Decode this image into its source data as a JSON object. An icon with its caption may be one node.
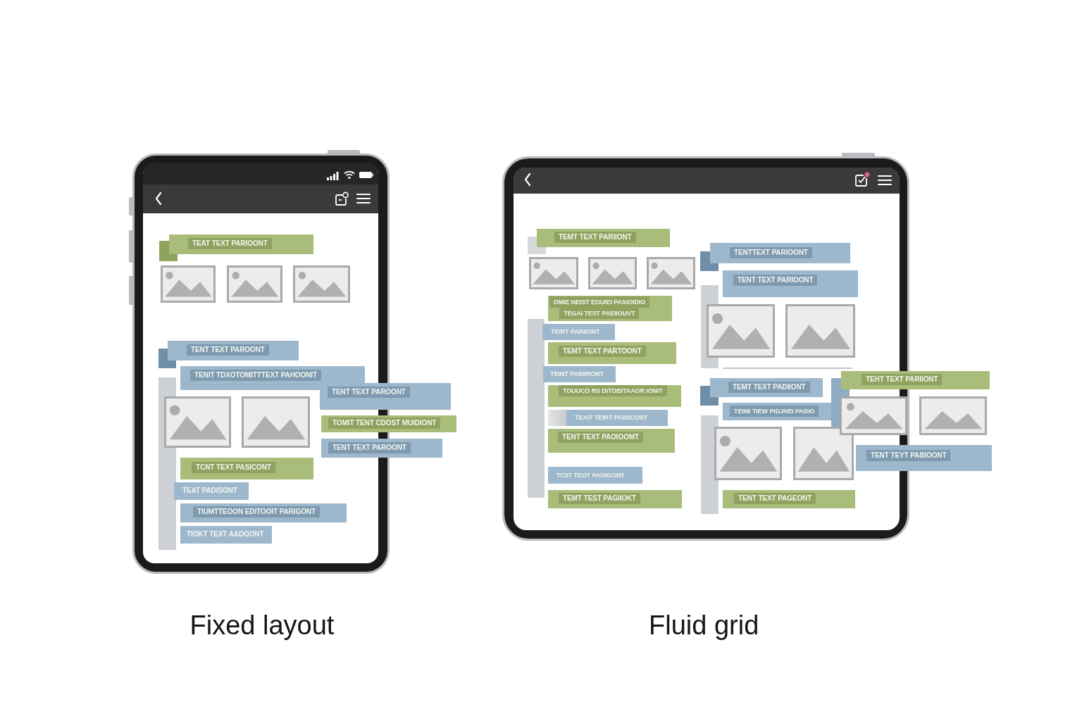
{
  "diagram": {
    "nodes": [
      {
        "text": [
          "TEAT TEXT PARIOONT"
        ]
      },
      {
        "text": [
          "TENT TEXT PAROONT"
        ]
      },
      {
        "text": [
          "TENIT TDXOTOMITTTEXT PAHOONIT"
        ]
      },
      {
        "text": [
          "TENT TEXT PAROONT"
        ]
      },
      {
        "text": [
          "TOMIT TENT CDOST MUIDIONT"
        ]
      },
      {
        "text": [
          "TENT TEXT PAROONT"
        ]
      },
      {
        "text": [
          "TCNT TEXT PASICONT"
        ]
      },
      {
        "text": [
          "TEAT PADISONT"
        ]
      },
      {
        "text": [
          "TIUMTTEOON EDITOOIT PARIGONT"
        ]
      },
      {
        "text": [
          "TIOKT TEXT AADOONT"
        ]
      },
      {
        "text": [
          "TEMT TEXT PARIIONT"
        ]
      },
      {
        "text": [
          "DMIE NEIST EOUIEI PASIOIDIO",
          "TEGAI TEST PAEIIOUVT"
        ]
      },
      {
        "text": [
          "TEIRT PARIIONT"
        ]
      },
      {
        "text": [
          "TEMT TEXT PARTOONT"
        ]
      },
      {
        "text": [
          "TEINT PABIIRONT"
        ]
      },
      {
        "text": [
          "TOUUCO RS DITOBITAAOR IONIT"
        ]
      },
      {
        "text": [
          "TEAIT TEIRT PAISICONT"
        ]
      },
      {
        "text": [
          "TENT TEXT PAOIOOMT"
        ]
      },
      {
        "text": [
          "TCIIT TEOT PAOIGONT"
        ]
      },
      {
        "text": [
          "TEMT TEST PAGIIOKT"
        ]
      },
      {
        "text": [
          "TENTTEXT PARIOONT"
        ]
      },
      {
        "text": [
          "TENT TEXT PARIOONT"
        ]
      },
      {
        "text": [
          "TEMT TEXT PADIIONT"
        ]
      },
      {
        "text": [
          "TEIMI TIEW PIDJNEI PADIO"
        ]
      },
      {
        "text": [
          "TEHT TEXT PARIIONT"
        ]
      },
      {
        "text": [
          "TENT TEYT PABIOONT"
        ]
      },
      {
        "text": [
          "TENT TEXT PAGEONT"
        ]
      }
    ],
    "labels": [
      "Fixed layout",
      "Fluid grid"
    ]
  }
}
